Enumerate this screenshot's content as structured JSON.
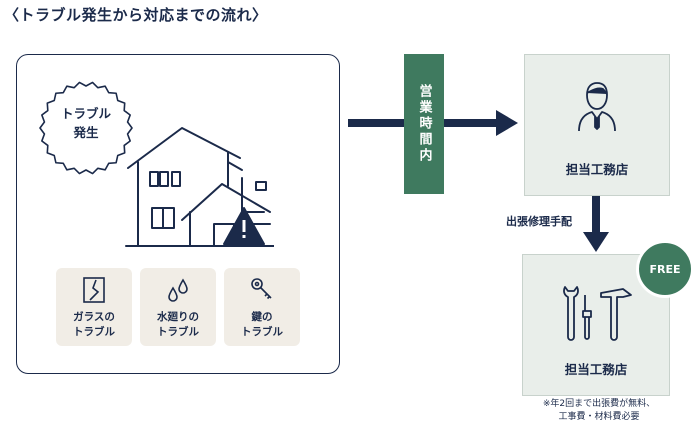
{
  "header": {
    "title": "〈トラブル発生から対応までの流れ〉"
  },
  "badge": {
    "line1": "トラブル",
    "line2": "発生"
  },
  "categories": [
    {
      "line1": "ガラスの",
      "line2": "トラブル",
      "icon": "cracked-glass-icon"
    },
    {
      "line1": "水廻りの",
      "line2": "トラブル",
      "icon": "water-drops-icon"
    },
    {
      "line1": "鍵の",
      "line2": "トラブル",
      "icon": "key-icon"
    }
  ],
  "flow": {
    "business_hours": "営業時間内",
    "dispatch": "出張修理手配"
  },
  "shop_card": {
    "label": "担当工務店",
    "icon": "staff-person-icon"
  },
  "repair_card": {
    "label": "担当工務店",
    "icon": "tools-icon",
    "badge": "FREE"
  },
  "note": {
    "line1": "※年2回まで出張費が無料、",
    "line2": "工事費・材料費必要"
  },
  "colors": {
    "navy": "#1b2a4a",
    "green": "#3f7a5f",
    "card_bg": "#e9eeea",
    "tile_bg": "#f1ede6"
  }
}
